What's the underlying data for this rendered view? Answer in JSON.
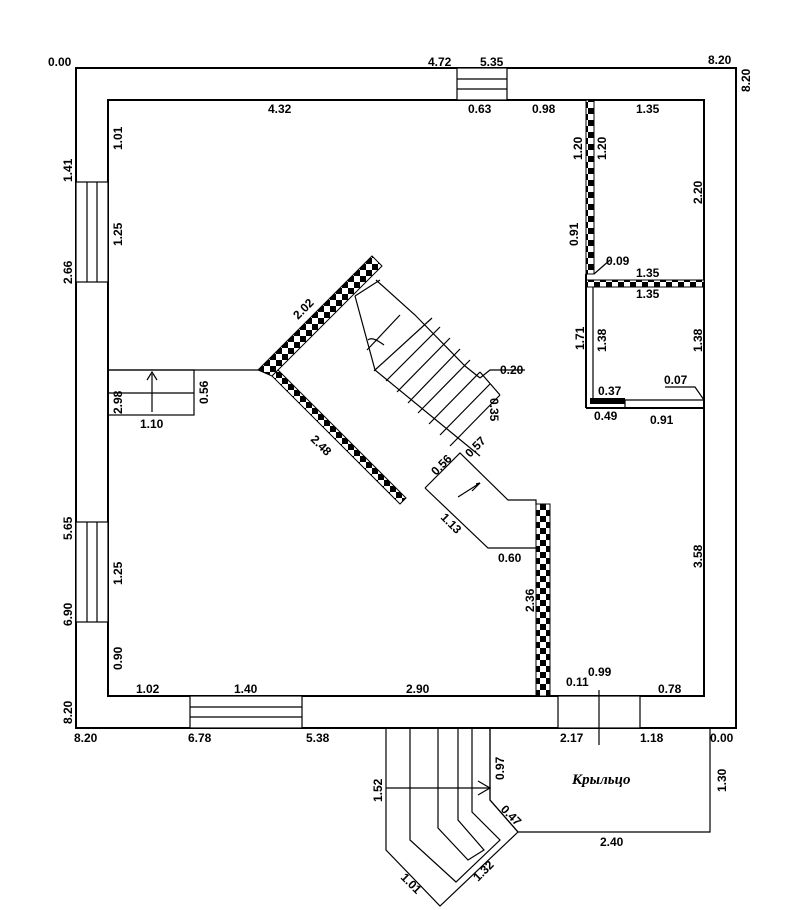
{
  "plan": {
    "porch_label": "Крыльцо",
    "outer": {
      "top_left": "0.00",
      "top_right": "8.20",
      "right_top": "8.20",
      "bottom_left": "8.20",
      "left_bottom": "8.20",
      "bottom_right": "0.00"
    },
    "top_window": {
      "from": "4.72",
      "to": "5.35",
      "width": "0.63",
      "right_gap": "0.98",
      "left_gap": "4.32"
    },
    "left_windows": {
      "w1_from": "1.41",
      "w1_to": "2.66",
      "w1_width": "1.25",
      "gap_top": "1.01",
      "w2_from": "5.65",
      "w2_to": "6.90",
      "w2_width": "1.25",
      "gap_bottom": "0.90"
    },
    "bottom_window": {
      "from": "6.78",
      "to": "5.38",
      "width": "1.40",
      "left_gap": "1.02",
      "right_gap": "2.90"
    },
    "rooms": {
      "top_room_width": "1.35",
      "top_room_height": "2.20",
      "wall_seg1": "1.20",
      "wall_seg2": "1.20",
      "wall_seg3": "0.91",
      "partition": "0.09",
      "room2_top": "1.35",
      "room2_bottom": "1.35",
      "room2_left": "1.71",
      "room2_inner": "1.38",
      "room2_right": "1.38",
      "door_a": "0.37",
      "door_b": "0.07",
      "gap_a": "0.49",
      "gap_b": "0.91"
    },
    "stairs": {
      "wall_upper": "2.02",
      "wall_lower": "2.48",
      "step_top": "0.20",
      "step_side": "0.35",
      "landing_a": "0.57",
      "landing_b": "0.56",
      "run_lower": "1.13",
      "run_end": "0.60",
      "partition_h": "2.36",
      "niche_w": "1.10",
      "niche_a": "2.98",
      "niche_b": "0.56"
    },
    "right_wall": "3.58",
    "bottom_right": {
      "a": "0.11",
      "b": "0.99",
      "c": "0.78",
      "d": "2.17",
      "e": "1.18"
    },
    "porch": {
      "h": "1.30",
      "w": "2.40",
      "step_a": "0.97",
      "step_b": "0.47",
      "flight": "1.52",
      "diag_a": "1.01",
      "diag_b": "1.32"
    }
  }
}
